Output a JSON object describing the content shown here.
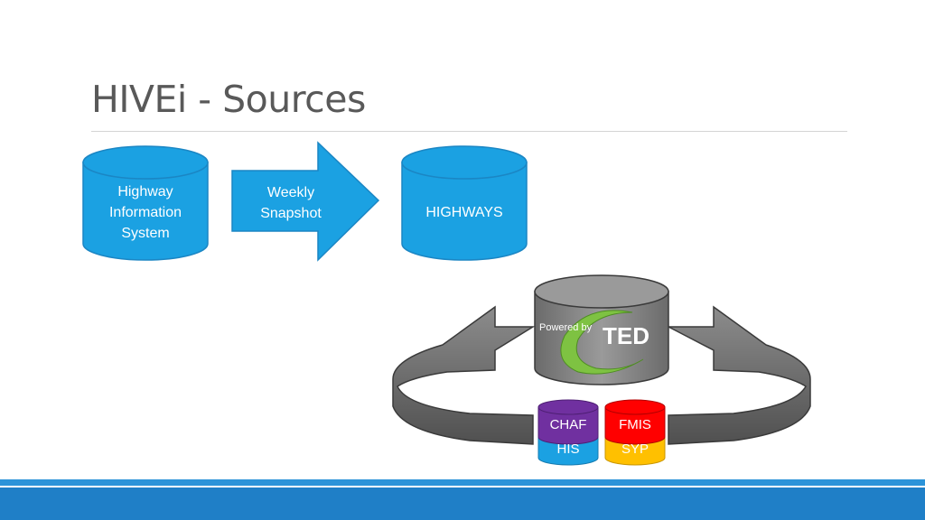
{
  "slide": {
    "title": "HIVEi - Sources"
  },
  "diagram": {
    "source": {
      "line1": "Highway",
      "line2": "Information",
      "line3": "System"
    },
    "arrow": {
      "line1": "Weekly",
      "line2": "Snapshot"
    },
    "target": {
      "label": "HIGHWAYS"
    },
    "ted_logo": {
      "powered_by": "Powered by",
      "name": "TED"
    },
    "stacks": [
      {
        "top": "CHAF",
        "bottom": "HIS"
      },
      {
        "top": "FMIS",
        "bottom": "SYP"
      }
    ]
  },
  "colors": {
    "cylinder_blue": "#1ba1e2",
    "cylinder_blue_dark": "#157bb0",
    "ted_gray": "#8a8a8a",
    "ted_green": "#7ec242",
    "chaf_purple": "#7030a0",
    "his_blue": "#1ba1e2",
    "fmis_red": "#ff0000",
    "syp_yellow": "#ffc000",
    "footer_blue": "#1f7fc7"
  }
}
